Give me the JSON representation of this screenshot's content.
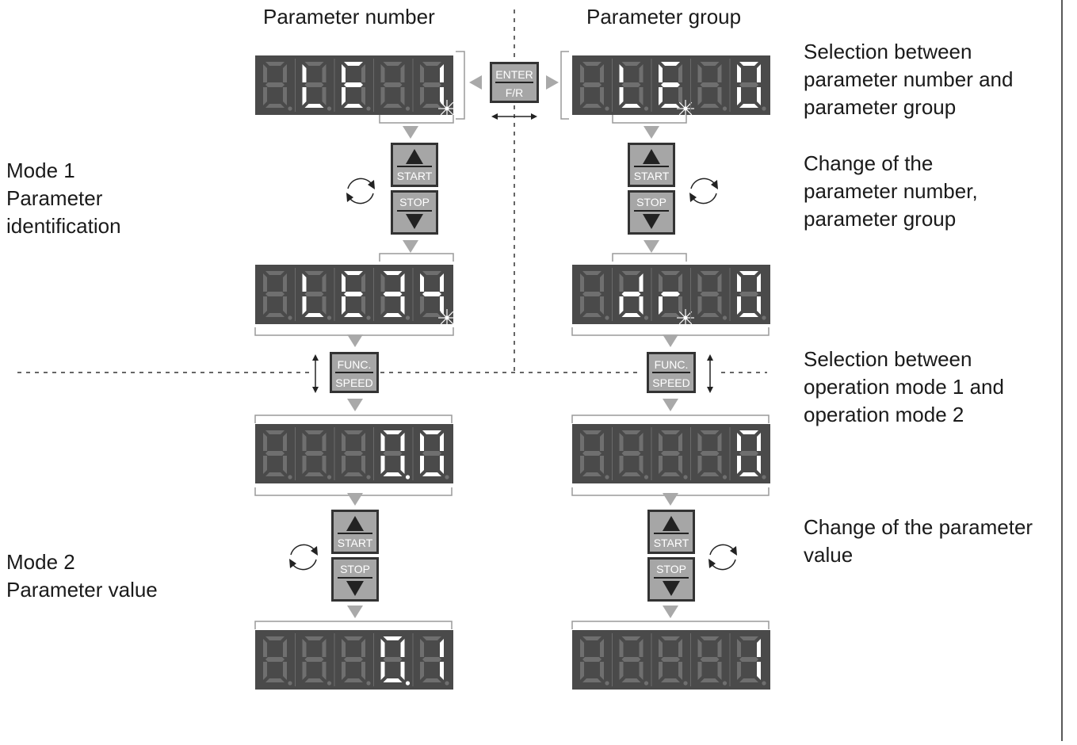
{
  "headers": {
    "left": "Parameter number",
    "right": "Parameter group"
  },
  "left_labels": {
    "mode1": [
      "Mode 1",
      "Parameter",
      "identification"
    ],
    "mode2": [
      "Mode 2",
      "Parameter value"
    ]
  },
  "notes": {
    "select_number_group": [
      "Selection between",
      "parameter number and",
      "parameter group"
    ],
    "change_number_group": [
      "Change of the",
      "parameter number,",
      "parameter group"
    ],
    "select_mode": [
      "Selection between",
      "operation mode 1 and",
      "operation mode 2"
    ],
    "change_value": [
      "Change of the parameter",
      "value"
    ]
  },
  "keys": {
    "enter": [
      "ENTER",
      "F/R"
    ],
    "start": "START",
    "stop": "STOP",
    "func": [
      "FUNC.",
      "SPEED"
    ]
  },
  "displays": {
    "left_mode1_top": {
      "digits": [
        " ",
        "L",
        "E",
        " ",
        "1"
      ],
      "dp": [
        false,
        false,
        false,
        false,
        false
      ],
      "blink": 4
    },
    "right_mode1_top": {
      "digits": [
        " ",
        "L",
        "E",
        " ",
        "0"
      ],
      "dp": [
        false,
        false,
        false,
        false,
        false
      ],
      "blink": 2
    },
    "left_mode1_bottom": {
      "digits": [
        " ",
        "L",
        "E",
        "3",
        "4"
      ],
      "dp": [
        false,
        false,
        false,
        false,
        false
      ],
      "blink": 4
    },
    "right_mode1_bottom": {
      "digits": [
        " ",
        "d",
        "r",
        " ",
        "0"
      ],
      "dp": [
        false,
        false,
        false,
        false,
        false
      ],
      "blink": 2
    },
    "left_mode2_top": {
      "digits": [
        " ",
        " ",
        " ",
        "0",
        "0"
      ],
      "dp": [
        false,
        false,
        false,
        true,
        false
      ],
      "blink": -1
    },
    "right_mode2_top": {
      "digits": [
        " ",
        " ",
        " ",
        " ",
        "0"
      ],
      "dp": [
        false,
        false,
        false,
        false,
        false
      ],
      "blink": -1
    },
    "left_mode2_bottom": {
      "digits": [
        " ",
        " ",
        " ",
        "0",
        "1"
      ],
      "dp": [
        false,
        false,
        false,
        true,
        false
      ],
      "blink": -1
    },
    "right_mode2_bottom": {
      "digits": [
        " ",
        " ",
        " ",
        " ",
        "1"
      ],
      "dp": [
        false,
        false,
        false,
        false,
        false
      ],
      "blink": -1
    }
  },
  "colors": {
    "display_bg": "#4a4a4a",
    "segment_off": "#6f6f6f",
    "segment_on": "#ffffff",
    "key_bg": "#a6a6a6",
    "arrow": "#a9a9a9"
  }
}
